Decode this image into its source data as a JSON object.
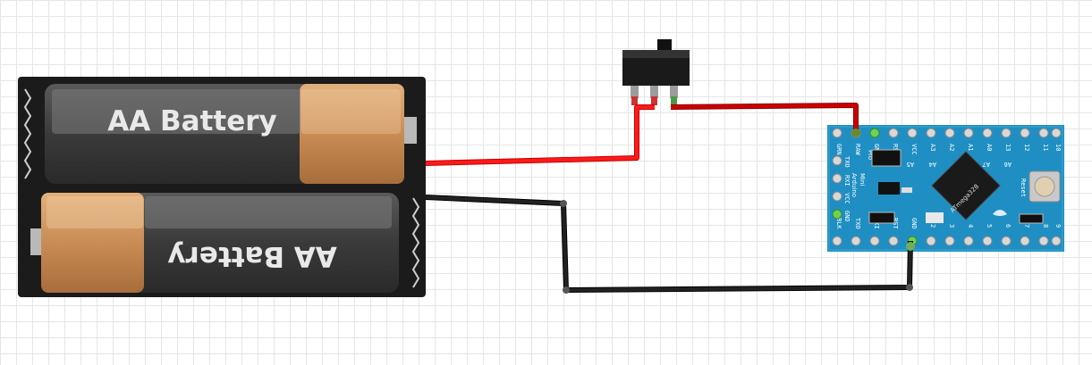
{
  "battery_pack": {
    "top_cell_label": "AA Battery",
    "bottom_cell_label": "AA Battery"
  },
  "arduino": {
    "board_name_lines": [
      "Arduino",
      "Mini",
      "Pro"
    ],
    "chip_label": "ATmega328",
    "reset_label": "Reset",
    "top_pins": [
      "GRN",
      "RAW",
      "GND",
      "RST",
      "VCC",
      "A3",
      "A2",
      "A1",
      "A0",
      "13",
      "12",
      "11",
      "10"
    ],
    "bottom_pins": [
      "BLK",
      "TXO",
      "RXI",
      "RST",
      "GND",
      "2",
      "3",
      "4",
      "5",
      "6",
      "7",
      "8",
      "9"
    ],
    "left_pins": [
      "TXO",
      "RXI",
      "VCC",
      "GND"
    ],
    "inner_pins": [
      "A5",
      "A4",
      "A7",
      "A6"
    ]
  },
  "colors": {
    "positive_wire": "#ff0000",
    "ground_wire": "#000000",
    "board": "#1f8fc3",
    "battery_holder": "#1b1b1b"
  }
}
